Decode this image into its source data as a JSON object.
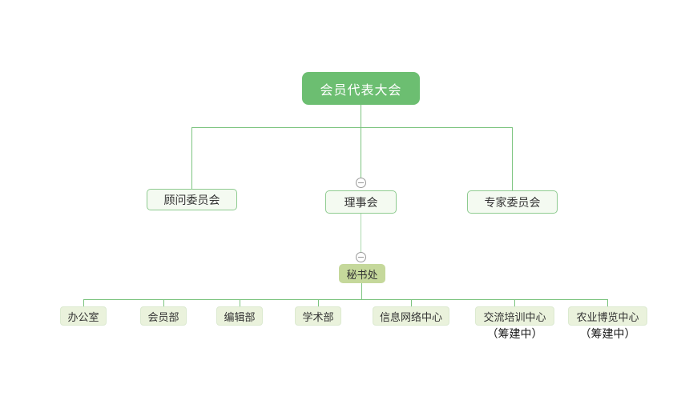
{
  "diagram": {
    "type": "org-chart",
    "root": {
      "label": "会员代表大会"
    },
    "level2": [
      {
        "label": "顾问委员会"
      },
      {
        "label": "理事会"
      },
      {
        "label": "专家委员会"
      }
    ],
    "level3": {
      "label": "秘书处"
    },
    "level4": [
      {
        "label": "办公室"
      },
      {
        "label": "会员部"
      },
      {
        "label": "编辑部"
      },
      {
        "label": "学术部"
      },
      {
        "label": "信息网络中心"
      },
      {
        "label": "交流培训中心",
        "note": "（筹建中）"
      },
      {
        "label": "农业博览中心",
        "note": "（筹建中）"
      }
    ],
    "colors": {
      "root_fill": "#6cbe71",
      "branch_fill": "#f4faf1",
      "branch_border": "#8ecb90",
      "secretariat_fill": "#c5d89b",
      "leaf_fill": "#eaf2dc",
      "leaf_border": "#dcead0",
      "line": "#7cc47f",
      "line_light": "#abd9ad",
      "collapse_gray": "#999999",
      "label_text": "#333333",
      "root_text": "#ffffff"
    }
  }
}
